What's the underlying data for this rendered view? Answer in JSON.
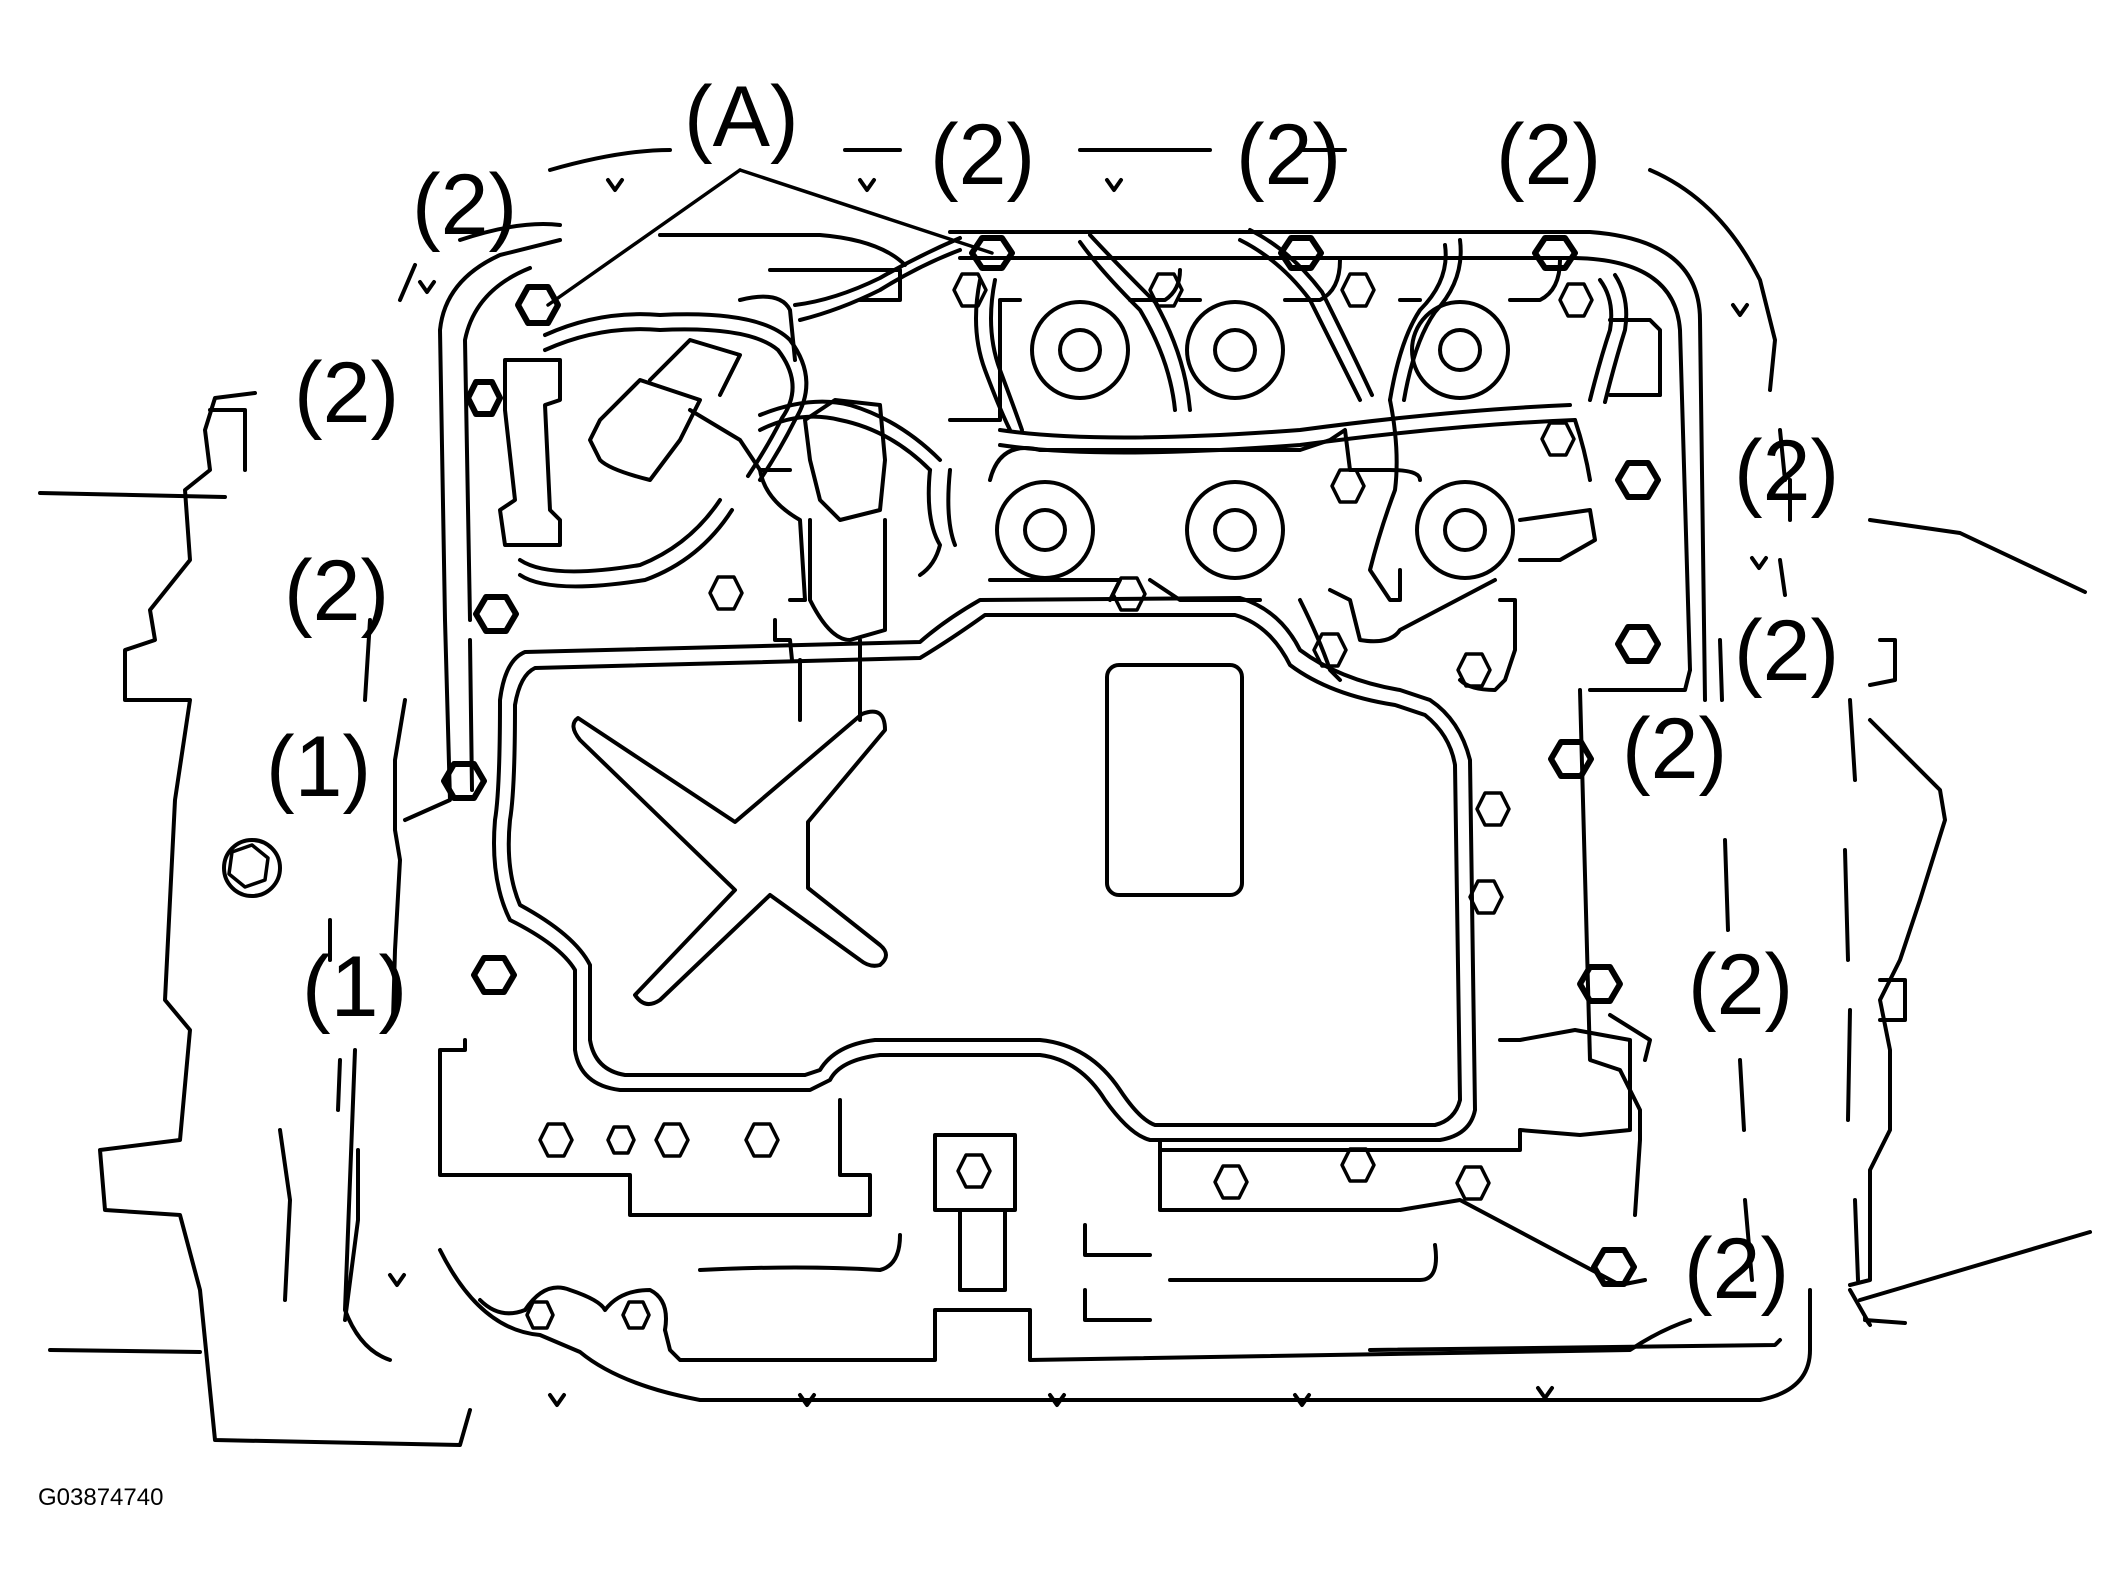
{
  "figure": {
    "id": "G03874740",
    "line_color": "#000000",
    "background": "#ffffff"
  },
  "callouts": {
    "a": "(A)",
    "bolt_type_1": "(1)",
    "bolt_type_2": "(2)"
  }
}
